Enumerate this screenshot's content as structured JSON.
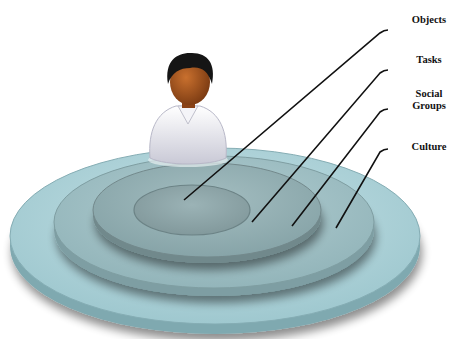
{
  "diagram": {
    "labels": [
      "Objects",
      "Tasks",
      "Social Groups",
      "Culture"
    ]
  }
}
